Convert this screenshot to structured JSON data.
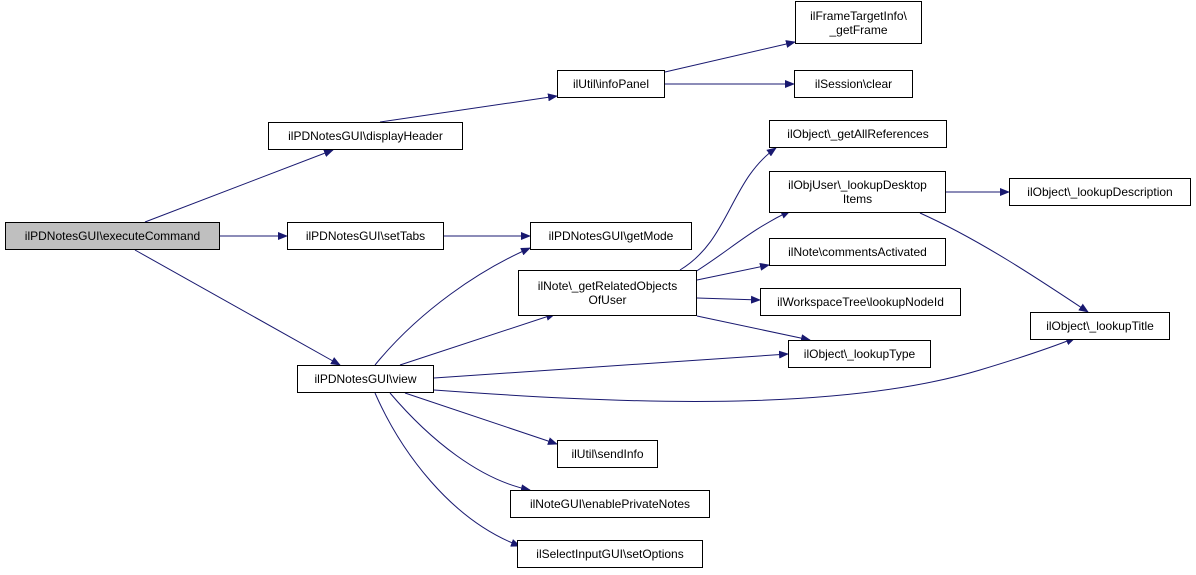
{
  "diagram": {
    "type": "call-graph",
    "root": "executeCommand",
    "colors": {
      "edge": "#191970",
      "node_border": "#000000",
      "root_fill": "#bfbfbf",
      "node_fill": "#ffffff"
    },
    "nodes": {
      "executeCommand": {
        "label": "ilPDNotesGUI\\executeCommand"
      },
      "displayHeader": {
        "label": "ilPDNotesGUI\\displayHeader"
      },
      "setTabs": {
        "label": "ilPDNotesGUI\\setTabs"
      },
      "view": {
        "label": "ilPDNotesGUI\\view"
      },
      "infoPanel": {
        "label": "ilUtil\\infoPanel"
      },
      "getFrame": {
        "label": "ilFrameTargetInfo\\\n_getFrame"
      },
      "sessionClear": {
        "label": "ilSession\\clear"
      },
      "getMode": {
        "label": "ilPDNotesGUI\\getMode"
      },
      "getRelatedObjects": {
        "label": "ilNote\\_getRelatedObjects\nOfUser"
      },
      "getAllReferences": {
        "label": "ilObject\\_getAllReferences"
      },
      "lookupDesktopItems": {
        "label": "ilObjUser\\_lookupDesktop\nItems"
      },
      "lookupDescription": {
        "label": "ilObject\\_lookupDescription"
      },
      "commentsActivated": {
        "label": "ilNote\\commentsActivated"
      },
      "lookupNodeId": {
        "label": "ilWorkspaceTree\\lookupNodeId"
      },
      "lookupTitle": {
        "label": "ilObject\\_lookupTitle"
      },
      "lookupType": {
        "label": "ilObject\\_lookupType"
      },
      "sendInfo": {
        "label": "ilUtil\\sendInfo"
      },
      "enablePrivateNotes": {
        "label": "ilNoteGUI\\enablePrivateNotes"
      },
      "setOptions": {
        "label": "ilSelectInputGUI\\setOptions"
      }
    },
    "edges": [
      [
        "executeCommand",
        "displayHeader"
      ],
      [
        "executeCommand",
        "setTabs"
      ],
      [
        "executeCommand",
        "view"
      ],
      [
        "displayHeader",
        "infoPanel"
      ],
      [
        "infoPanel",
        "getFrame"
      ],
      [
        "infoPanel",
        "sessionClear"
      ],
      [
        "setTabs",
        "getMode"
      ],
      [
        "view",
        "getMode"
      ],
      [
        "view",
        "getRelatedObjects"
      ],
      [
        "view",
        "lookupType"
      ],
      [
        "view",
        "lookupTitle"
      ],
      [
        "view",
        "sendInfo"
      ],
      [
        "view",
        "enablePrivateNotes"
      ],
      [
        "view",
        "setOptions"
      ],
      [
        "getRelatedObjects",
        "getAllReferences"
      ],
      [
        "getRelatedObjects",
        "lookupDesktopItems"
      ],
      [
        "getRelatedObjects",
        "commentsActivated"
      ],
      [
        "getRelatedObjects",
        "lookupNodeId"
      ],
      [
        "getRelatedObjects",
        "lookupType"
      ],
      [
        "lookupDesktopItems",
        "lookupDescription"
      ],
      [
        "lookupDesktopItems",
        "lookupTitle"
      ]
    ]
  }
}
